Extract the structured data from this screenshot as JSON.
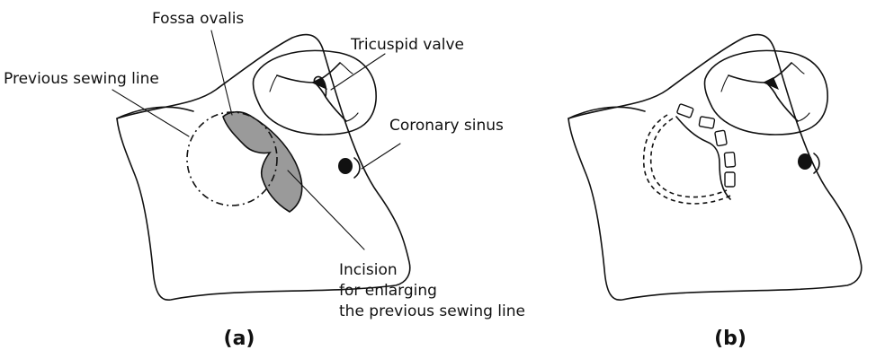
{
  "panel_a": {
    "labels": {
      "fossa_ovalis": "Fossa ovalis",
      "tricuspid_valve": "Tricuspid valve",
      "previous_sewing_line": "Previous sewing line",
      "coronary_sinus": "Coronary sinus",
      "incision_line1": "Incision",
      "incision_line2": "for enlarging",
      "incision_line3": "the previous sewing line"
    },
    "caption": "(a)"
  },
  "panel_b": {
    "caption": "(b)"
  },
  "colors": {
    "ink": "#111111",
    "shaded_region": "#9a9a9a",
    "background": "#ffffff"
  }
}
